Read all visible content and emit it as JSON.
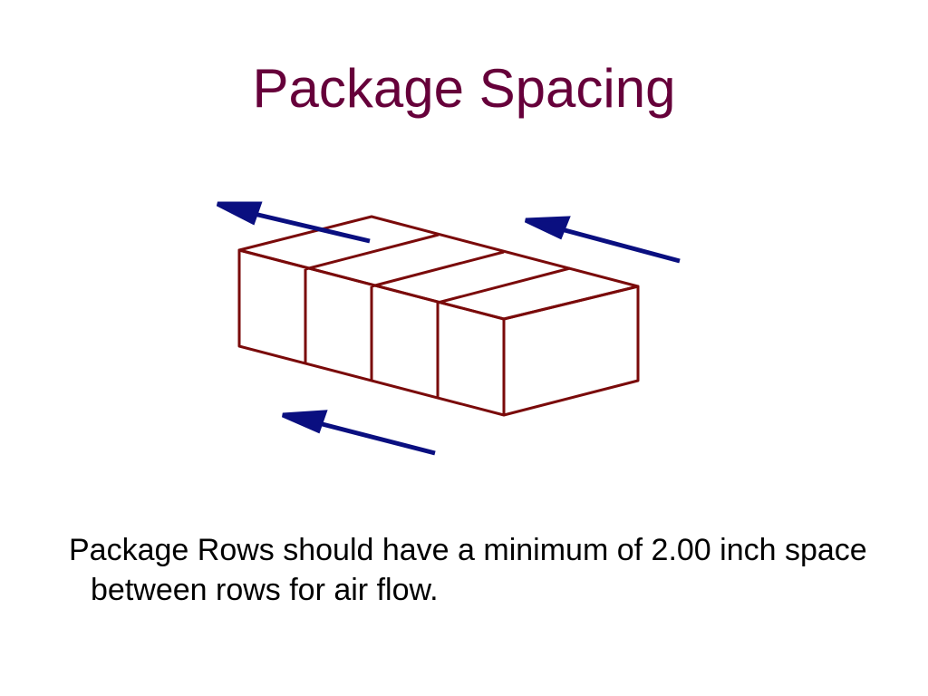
{
  "slide": {
    "title": "Package Spacing",
    "body": "Package Rows should have a minimum of 2.00 inch space between rows for air flow."
  },
  "colors": {
    "title": "#66003a",
    "box_outline": "#7a0a0a",
    "arrow": "#0a0f80",
    "text": "#000000",
    "background": "#ffffff"
  },
  "diagram": {
    "package_count": 4,
    "arrow_count": 3,
    "icons": [
      "airflow-arrow-icon",
      "package-box-icon"
    ]
  }
}
